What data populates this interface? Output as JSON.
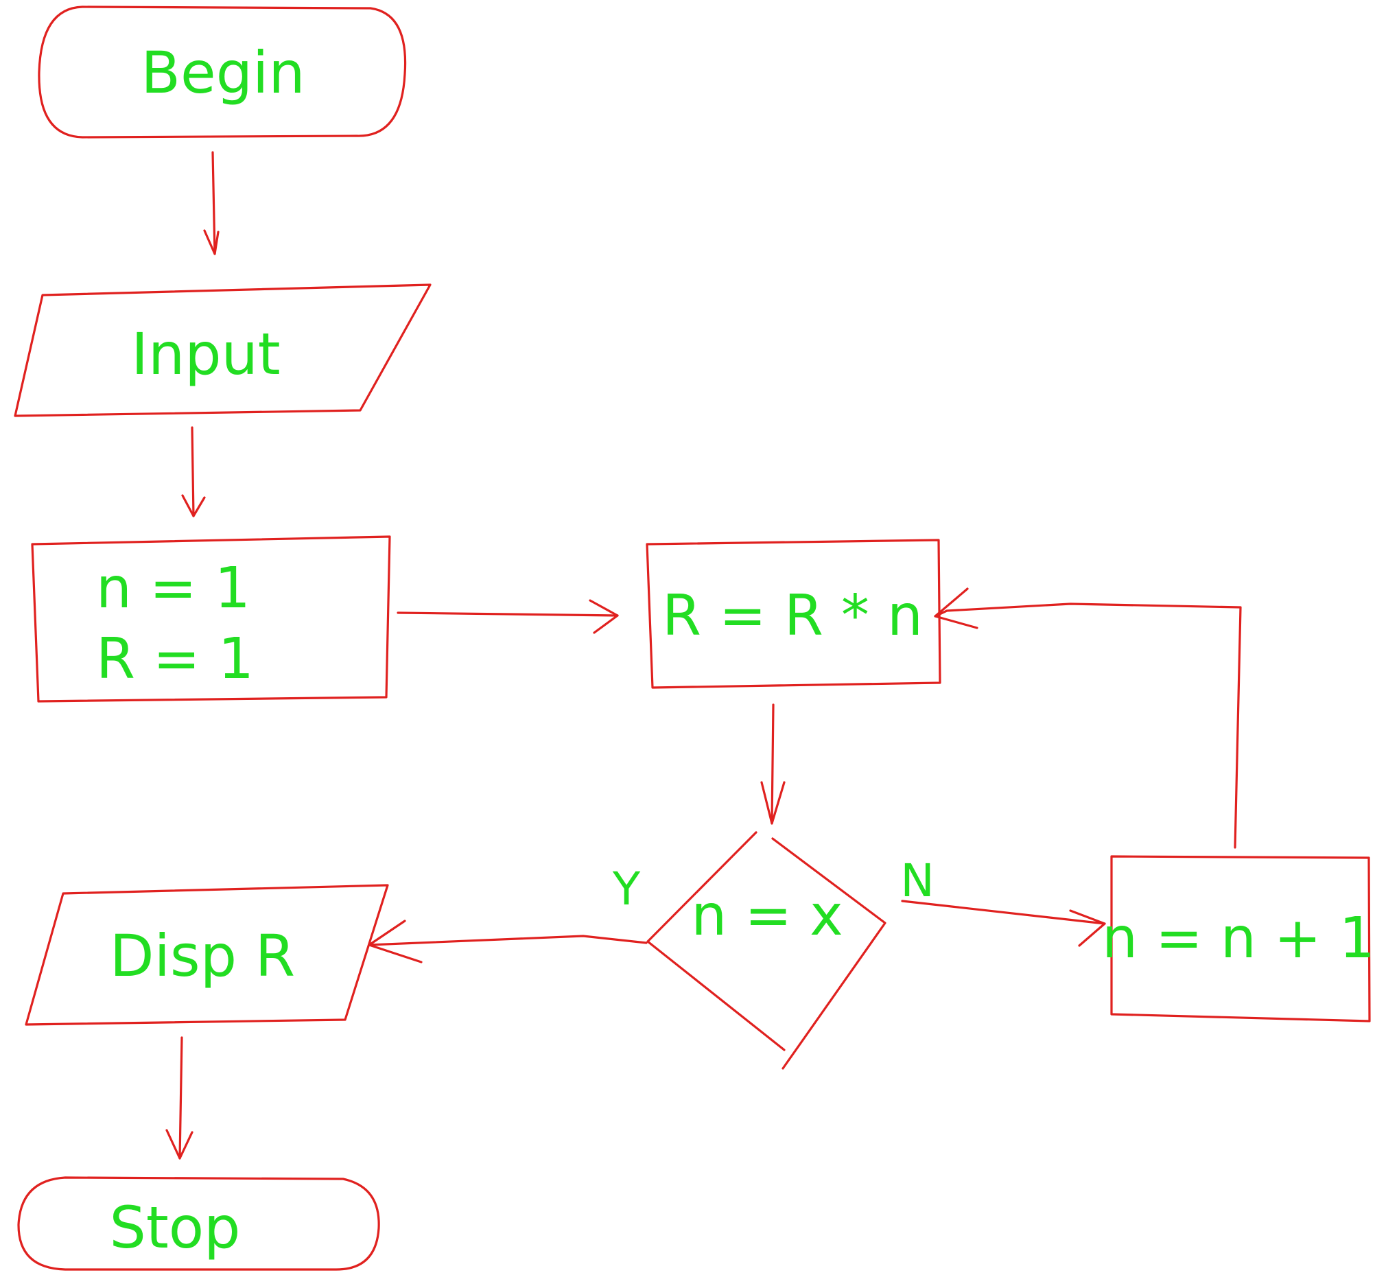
{
  "colors": {
    "shape_stroke": "#e0211f",
    "text": "#22dd22",
    "background": "#ffffff"
  },
  "nodes": {
    "begin": {
      "shape": "terminator",
      "label": "Begin"
    },
    "input": {
      "shape": "input-output",
      "label": "Input"
    },
    "init": {
      "shape": "process",
      "line1": "n = 1",
      "line2": "R = 1"
    },
    "multiply": {
      "shape": "process",
      "label": "R = R * n"
    },
    "check": {
      "shape": "decision",
      "label": "n = x"
    },
    "increment": {
      "shape": "process",
      "label": "n = n + 1"
    },
    "display": {
      "shape": "input-output",
      "label": "Disp R"
    },
    "stop": {
      "shape": "terminator",
      "label": "Stop"
    }
  },
  "edge_labels": {
    "yes": "Y",
    "no": "N"
  },
  "edges": [
    {
      "from": "begin",
      "to": "input"
    },
    {
      "from": "input",
      "to": "init"
    },
    {
      "from": "init",
      "to": "multiply"
    },
    {
      "from": "multiply",
      "to": "check"
    },
    {
      "from": "check",
      "to": "display",
      "label": "Y"
    },
    {
      "from": "check",
      "to": "increment",
      "label": "N"
    },
    {
      "from": "increment",
      "to": "multiply"
    },
    {
      "from": "display",
      "to": "stop"
    }
  ]
}
